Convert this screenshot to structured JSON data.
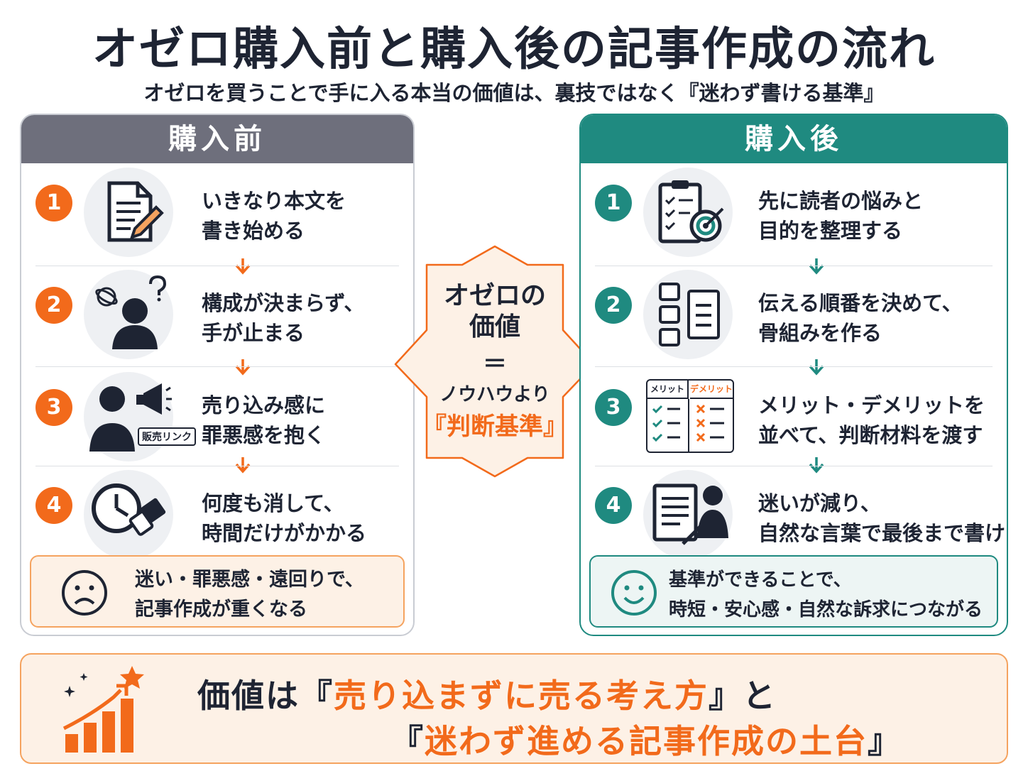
{
  "title": "オゼロ購入前と購入後の記事作成の流れ",
  "subtitle": "オゼロを買うことで手に入る本当の価値は、裏技ではなく『迷わず書ける基準』",
  "before": {
    "header": "購入前",
    "steps": [
      {
        "num": "1",
        "line1": "いきなり本文を",
        "line2": "書き始める",
        "icon": "document-pen-icon"
      },
      {
        "num": "2",
        "line1": "構成が決まらず、",
        "line2": "手が止まる",
        "icon": "confused-person-icon"
      },
      {
        "num": "3",
        "line1": "売り込み感に",
        "line2": "罪悪感を抱く",
        "icon": "megaphone-person-icon",
        "badge": "販売リンク"
      },
      {
        "num": "4",
        "line1": "何度も消して、",
        "line2": "時間だけがかかる",
        "icon": "clock-eraser-icon"
      }
    ],
    "summary": {
      "line1": "迷い・罪悪感・遠回りで、",
      "line2": "記事作成が重くなる",
      "icon": "sad-face-icon"
    }
  },
  "after": {
    "header": "購入後",
    "steps": [
      {
        "num": "1",
        "line1": "先に読者の悩みと",
        "line2": "目的を整理する",
        "icon": "checklist-target-icon"
      },
      {
        "num": "2",
        "line1": "伝える順番を決めて、",
        "line2": "骨組みを作る",
        "icon": "structure-icon"
      },
      {
        "num": "3",
        "line1": "メリット・デメリットを",
        "line2": "並べて、判断材料を渡す",
        "icon": "merit-table-icon",
        "merit": "メリット",
        "demerit": "デメリット"
      },
      {
        "num": "4",
        "line1": "迷いが減り、",
        "line2": "自然な言葉で最後まで書ける",
        "icon": "writer-document-icon"
      }
    ],
    "summary": {
      "line1": "基準ができることで、",
      "line2": "時短・安心感・自然な訴求につながる",
      "icon": "smile-face-icon"
    }
  },
  "center": {
    "line1": "オゼロの",
    "line2": "価値",
    "eq": "＝",
    "sub": "ノウハウより",
    "strong": "『判断基準』"
  },
  "footer": {
    "pre1": "価値は『",
    "hl1": "売り込まずに売る考え方",
    "post1": "』と",
    "pre2": "『",
    "hl2": "迷わず進める記事作成の土台",
    "post2": "』",
    "icon": "growth-chart-icon"
  },
  "colors": {
    "orange": "#f26a1b",
    "teal": "#1f8a80",
    "gray": "#6e6f7c"
  }
}
